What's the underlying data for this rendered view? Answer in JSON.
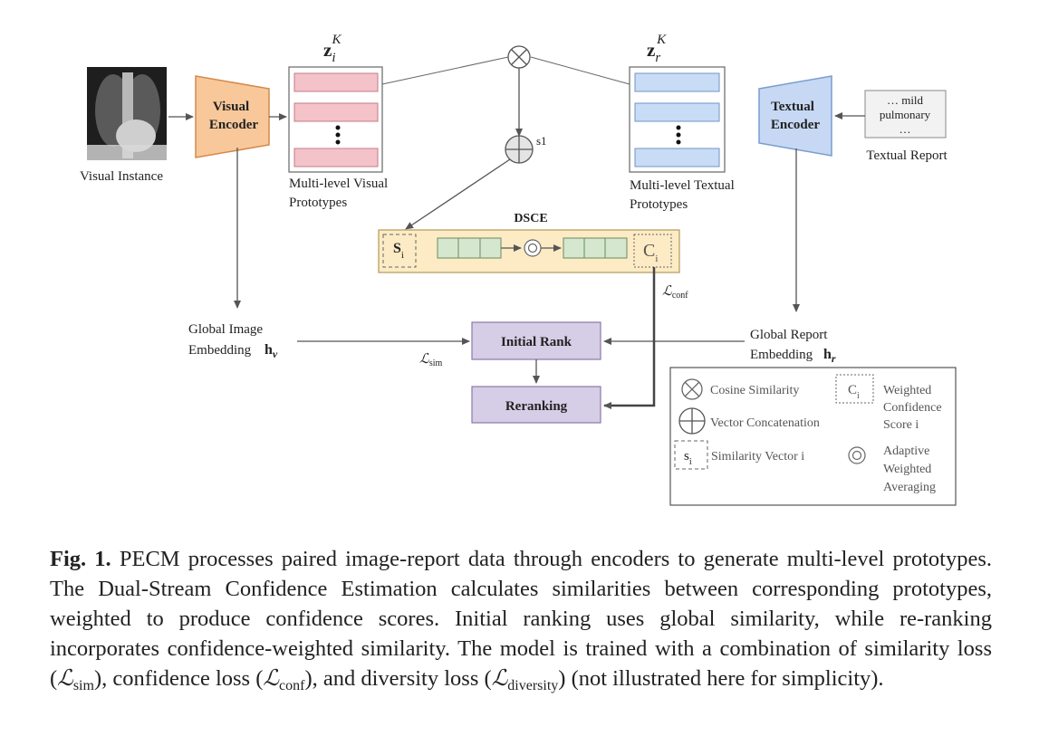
{
  "diagram": {
    "visual_instance_label": "Visual Instance",
    "visual_encoder_label": [
      "Visual",
      "Encoder"
    ],
    "z_i": {
      "base": "z",
      "sub": "i",
      "sup": "K"
    },
    "z_r": {
      "base": "z",
      "sub": "r",
      "sup": "K"
    },
    "visual_prototypes_label": [
      "Multi-level Visual",
      "Prototypes"
    ],
    "textual_prototypes_label": [
      "Multi-level Textual",
      "Prototypes"
    ],
    "concat_label": "s1",
    "textual_encoder_label": [
      "Textual",
      "Encoder"
    ],
    "report_snippet": [
      "… mild",
      "pulmonary",
      "…"
    ],
    "textual_report_label": "Textual Report",
    "dsce_title": "DSCE",
    "s_i": {
      "base": "S",
      "sub": "i"
    },
    "c_i": {
      "base": "C",
      "sub": "i"
    },
    "l_conf": {
      "base": "ℒ",
      "sub": "conf"
    },
    "l_sim": {
      "base": "ℒ",
      "sub": "sim"
    },
    "global_image_label": [
      "Global Image",
      "Embedding"
    ],
    "h_v": {
      "base": "h",
      "sub": "v"
    },
    "global_report_label": [
      "Global Report",
      "Embedding"
    ],
    "h_r": {
      "base": "h",
      "sub": "r"
    },
    "initial_rank_label": "Initial Rank",
    "reranking_label": "Reranking",
    "colors": {
      "visual_encoder": "#f8c89a",
      "textual_encoder": "#c7d8f4",
      "visual_proto": "#f4c3c9",
      "textual_proto": "#c9dcf5",
      "dsce_bg": "#fcebc4",
      "dsce_cell": "#d5e8cf",
      "rank_box": "#d6cde6"
    }
  },
  "legend": {
    "cosine": "Cosine Similarity",
    "concat": "Vector Concatenation",
    "similarity_vector": "Similarity Vector i",
    "weighted_confidence": [
      "Weighted",
      "Confidence",
      "Score i"
    ],
    "adaptive": [
      "Adaptive",
      "Weighted",
      "Averaging"
    ],
    "s_i": {
      "base": "s",
      "sub": "i"
    },
    "c_i": {
      "base": "C",
      "sub": "i"
    }
  },
  "caption": {
    "fig_label": "Fig. 1.",
    "text1": "PECM processes paired image-report data through encoders to generate multi-level prototypes. The Dual-Stream Confidence Estimation calculates similarities between corresponding prototypes, weighted to produce confidence scores. Initial ranking uses global similarity, while re-ranking incorporates confidence-weighted similarity. The model is trained with a combination of similarity loss (",
    "l_sim_sym": "ℒ",
    "l_sim_sub": "sim",
    "text2": "), confidence loss (",
    "l_conf_sym": "ℒ",
    "l_conf_sub": "conf",
    "text3": "), and diversity loss (",
    "l_div_sym": "ℒ",
    "l_div_sub": "diversity",
    "text4": ") (not illustrated here for simplicity)."
  }
}
